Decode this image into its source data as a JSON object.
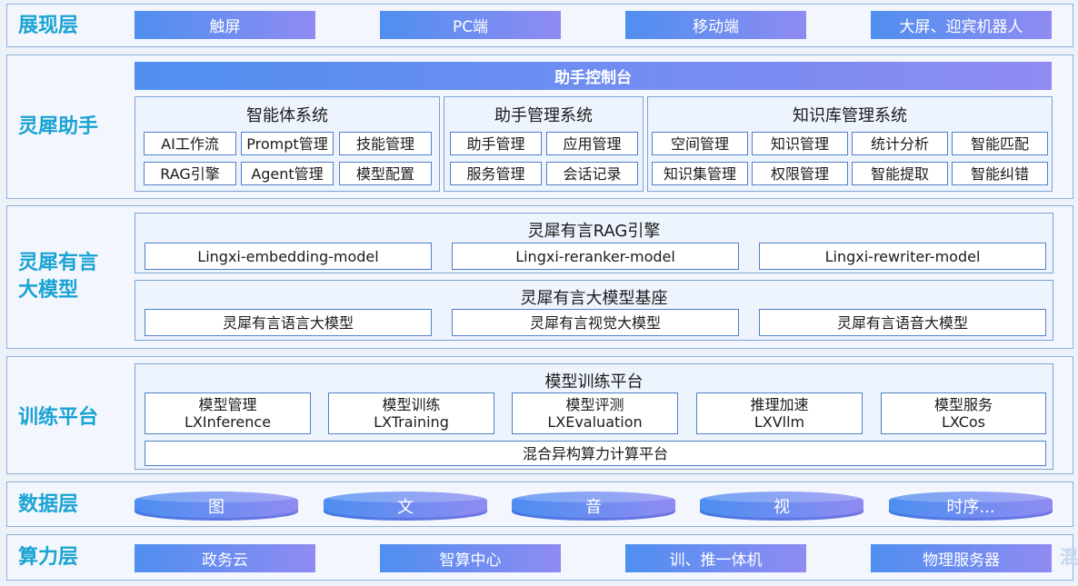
{
  "presentation": {
    "title": "展现层",
    "items": [
      "触屏",
      "PC端",
      "移动端",
      "大屏、迎宾机器人"
    ]
  },
  "assistant": {
    "title": "灵犀助手",
    "console": "助手控制台",
    "agent_system": {
      "title": "智能体系统",
      "items": [
        "AI工作流",
        "Prompt管理",
        "技能管理",
        "RAG引擎",
        "Agent管理",
        "模型配置"
      ]
    },
    "assistant_mgmt": {
      "title": "助手管理系统",
      "items": [
        "助手管理",
        "应用管理",
        "服务管理",
        "会话记录"
      ]
    },
    "kb_mgmt": {
      "title": "知识库管理系统",
      "items": [
        "空间管理",
        "知识管理",
        "统计分析",
        "智能匹配",
        "知识集管理",
        "权限管理",
        "智能提取",
        "智能纠错"
      ]
    }
  },
  "model": {
    "title": "灵犀有言\n大模型",
    "rag": {
      "title": "灵犀有言RAG引擎",
      "items": [
        "Lingxi-embedding-model",
        "Lingxi-reranker-model",
        "Lingxi-rewriter-model"
      ]
    },
    "base": {
      "title": "灵犀有言大模型基座",
      "items": [
        "灵犀有言语言大模型",
        "灵犀有言视觉大模型",
        "灵犀有言语音大模型"
      ]
    }
  },
  "training": {
    "title": "训练平台",
    "platform_title": "模型训练平台",
    "items": [
      {
        "name": "模型管理",
        "code": "LXInference"
      },
      {
        "name": "模型训练",
        "code": "LXTraining"
      },
      {
        "name": "模型评测",
        "code": "LXEvaluation"
      },
      {
        "name": "推理加速",
        "code": "LXVllm"
      },
      {
        "name": "模型服务",
        "code": "LXCos"
      }
    ],
    "compute": "混合异构算力计算平台"
  },
  "data": {
    "title": "数据层",
    "items": [
      "图",
      "文",
      "音",
      "视",
      "时序..."
    ]
  },
  "compute": {
    "title": "算力层",
    "items": [
      "政务云",
      "智算中心",
      "训、推一体机",
      "物理服务器"
    ]
  },
  "watermark": "混"
}
